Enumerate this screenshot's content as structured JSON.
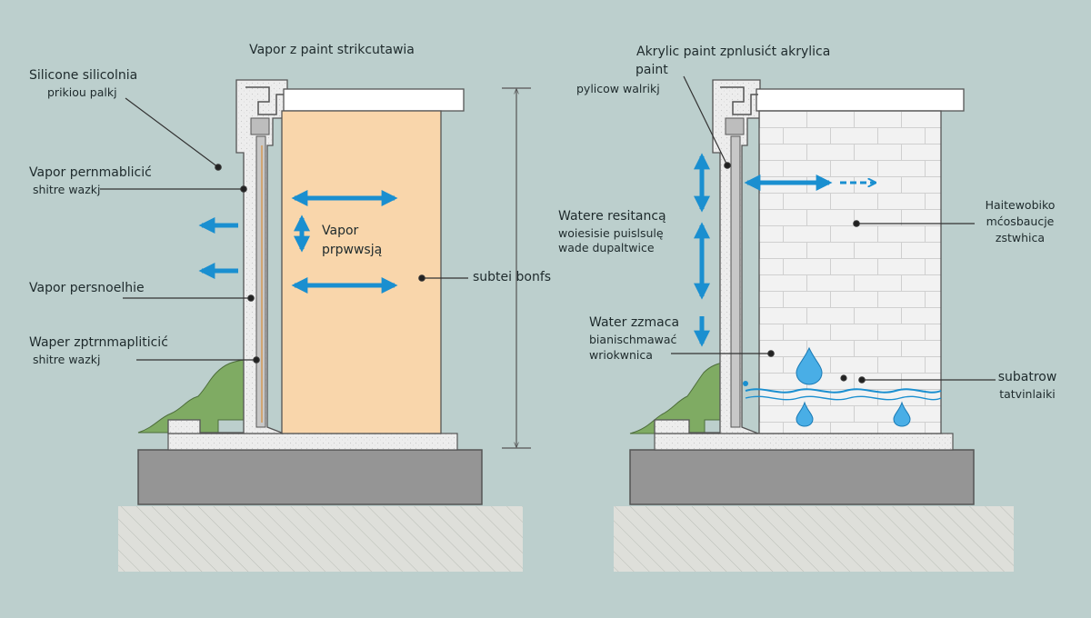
{
  "left_panel": {
    "title": "Vapor z paint strikcutawia",
    "labels": {
      "silicone_line1": "Silicone silicolnia",
      "silicone_line2": "prikiou palkj",
      "vapor_perm1_line1": "Vapor pernmablicić",
      "vapor_perm1_line2": "shitre wazkj",
      "vapor_person": "Vapor persnoelhie",
      "waper_line1": "Waper zptrnmapliticić",
      "waper_line2": "shitre wazkj",
      "center_line1": "Vapor",
      "center_line2": "prpwwsją",
      "subtei": "subtei bonfs"
    }
  },
  "right_panel": {
    "labels": {
      "acrylic_line1": "Akrylic paint zpnlusićt akrylica",
      "acrylic_line2": "paint",
      "acrylic_line3": "pylicow walrikj",
      "water_res_line1": "Watere resitancą",
      "water_res_line2": "woiesisie puislsulę",
      "water_res_line3": "wade dupaltwice",
      "water_zm_line1": "Water zzmaca",
      "water_zm_line2": "bianischmawać",
      "water_zm_line3": "wriokwnica",
      "haite_line1": "Haitewobiko",
      "haite_line2": "mćosbaucje",
      "haite_line3": "zstwhica",
      "subatrow_line1": "subatrow",
      "subatrow_line2": "tatvinlaiki"
    }
  },
  "colors": {
    "background": "#bccfcd",
    "peach_panel": "#f9d6ab",
    "brick_wall": "#f1f1f1",
    "arrow_blue": "#1a8fd0",
    "grass_green": "#7fab63",
    "foundation_gray": "#959595",
    "ground_hatch": "#dadcd6"
  }
}
